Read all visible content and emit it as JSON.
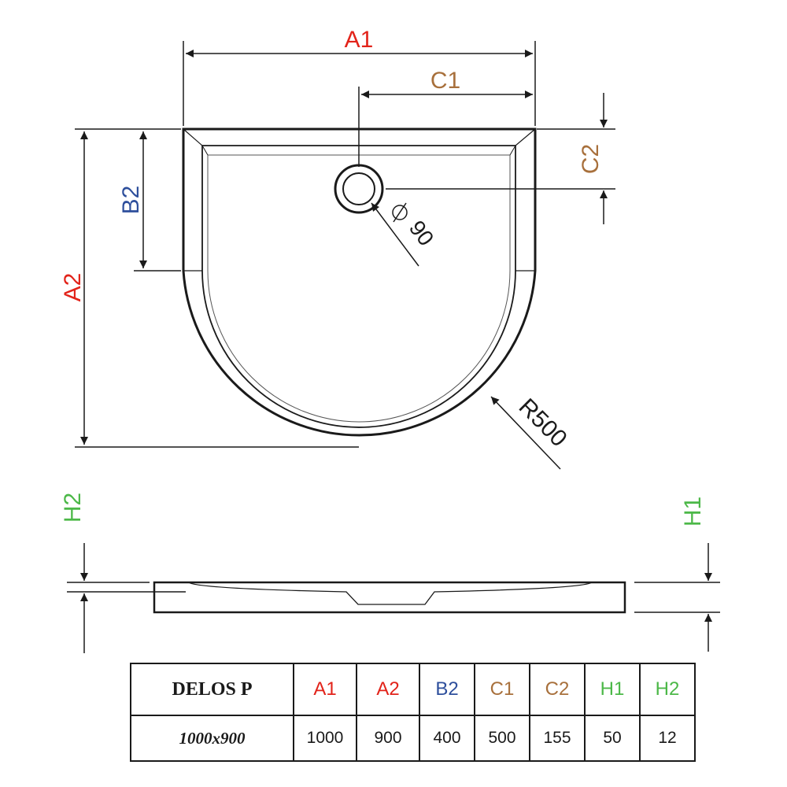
{
  "labels": {
    "a1": "A1",
    "a2": "A2",
    "b2": "B2",
    "c1": "C1",
    "c2": "C2",
    "h1": "H1",
    "h2": "H2",
    "drain_diameter": "90",
    "radius": "R500"
  },
  "colors": {
    "a": "#e2231a",
    "b": "#2e4f9c",
    "c": "#a8703c",
    "h": "#4cb848",
    "line": "#1a1a1a"
  },
  "table": {
    "model": "DELOS P",
    "size": "1000x900",
    "columns": [
      {
        "key": "A1",
        "value": "1000",
        "color": "#e2231a"
      },
      {
        "key": "A2",
        "value": "900",
        "color": "#e2231a"
      },
      {
        "key": "B2",
        "value": "400",
        "color": "#2e4f9c"
      },
      {
        "key": "C1",
        "value": "500",
        "color": "#a8703c"
      },
      {
        "key": "C2",
        "value": "155",
        "color": "#a8703c"
      },
      {
        "key": "H1",
        "value": "50",
        "color": "#4cb848"
      },
      {
        "key": "H2",
        "value": "12",
        "color": "#4cb848"
      }
    ]
  }
}
